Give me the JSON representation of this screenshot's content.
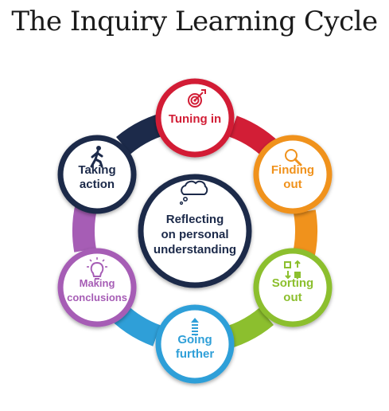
{
  "title": "The Inquiry Learning Cycle",
  "center": {
    "lines": [
      "Reflecting",
      "on personal",
      "understanding"
    ],
    "icon": "thought-cloud-icon",
    "color": "#1c2a4a"
  },
  "stages": [
    {
      "id": "tuning-in",
      "lines": [
        "Tuning in"
      ],
      "color": "#d21e36",
      "icon": "target-icon"
    },
    {
      "id": "finding-out",
      "lines": [
        "Finding",
        "out"
      ],
      "color": "#f0921c",
      "icon": "magnifier-icon"
    },
    {
      "id": "sorting-out",
      "lines": [
        "Sorting",
        "out"
      ],
      "color": "#8cbf2e",
      "icon": "sort-icon"
    },
    {
      "id": "going-further",
      "lines": [
        "Going",
        "further"
      ],
      "color": "#2f9fd8",
      "icon": "arrow-up-icon"
    },
    {
      "id": "making-conclusions",
      "lines": [
        "Making",
        "conclusions"
      ],
      "color": "#a65db5",
      "icon": "lightbulb-icon"
    },
    {
      "id": "taking-action",
      "lines": [
        "Taking",
        "action"
      ],
      "color": "#1c2a4a",
      "icon": "walking-person-icon"
    }
  ]
}
